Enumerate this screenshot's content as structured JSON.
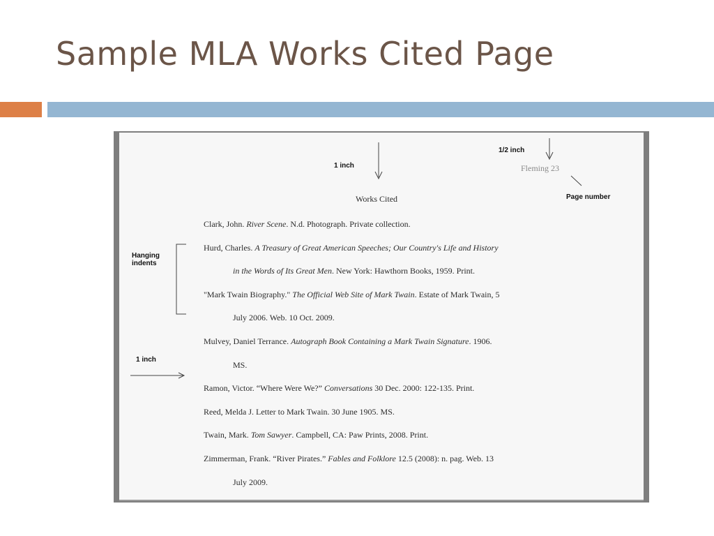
{
  "slide": {
    "title": "Sample MLA Works Cited Page",
    "colors": {
      "title": "#6b5548",
      "accent_orange": "#dd8047",
      "accent_blue": "#94b6d2"
    }
  },
  "document": {
    "labels": {
      "top_margin": "1 inch",
      "header_margin": "1/2 inch",
      "page_number": "Page number",
      "hanging_line1": "Hanging",
      "hanging_line2": "indents",
      "left_margin": "1 inch"
    },
    "header": "Fleming  23",
    "heading": "Works Cited",
    "entries": {
      "clark": {
        "a": "Clark, John. ",
        "i": "River Scene",
        "b": ". N.d. Photograph. Private collection."
      },
      "hurd": {
        "a": "Hurd, Charles. ",
        "i": "A Treasury of Great American Speeches; Our Country's Life and History",
        "i2": "in the Words of Its Great Men",
        "b2": ". New York: Hawthorn Books, 1959. Print."
      },
      "twain_bio": {
        "a": "\"Mark Twain Biography.\" ",
        "i": "The Official Web Site of Mark Twain",
        "b": ". Estate of Mark Twain, 5",
        "c": "July 2006. Web. 10 Oct. 2009."
      },
      "mulvey": {
        "a": "Mulvey, Daniel Terrance. ",
        "i": "Autograph Book Containing a Mark Twain Signature",
        "b": ". 1906.",
        "c": "MS."
      },
      "ramon": {
        "a": "Ramon, Victor. “Where Were We?” ",
        "i": "Conversations",
        "b": " 30 Dec. 2000: 122-135. Print."
      },
      "reed": {
        "a": "Reed, Melda J. Letter to Mark Twain. 30 June 1905. MS."
      },
      "twain": {
        "a": "Twain, Mark. ",
        "i": "Tom Sawyer",
        "b": ". Campbell, CA: Paw Prints, 2008. Print."
      },
      "zimmerman": {
        "a": "Zimmerman, Frank. “River Pirates.” ",
        "i": "Fables and Folklore",
        "b": " 12.5 (2008): n. pag. Web. 13",
        "c": "July 2009."
      }
    }
  }
}
